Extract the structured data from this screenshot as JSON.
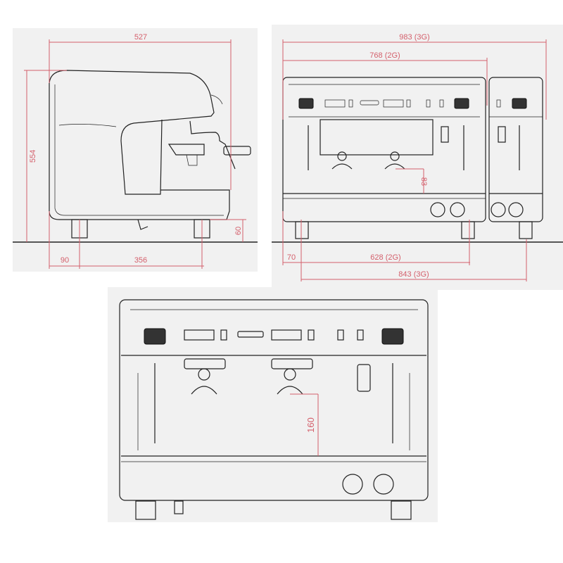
{
  "side_view": {
    "dim_depth": "527",
    "dim_height": "554",
    "dim_foot_height": "60",
    "dim_front_offset": "90",
    "dim_foot_span": "356"
  },
  "front_view": {
    "dim_width_3g": "983 (3G)",
    "dim_width_2g": "768 (2G)",
    "dim_cup_clearance": "83",
    "dim_side_offset": "70",
    "dim_foot_span_2g": "628 (2G)",
    "dim_foot_span_3g": "843 (3G)"
  },
  "front_detail": {
    "dim_cup_clearance": "160"
  },
  "colors": {
    "dimension": "#d4606c",
    "line": "#222222",
    "panel": "#f1f1f1"
  }
}
